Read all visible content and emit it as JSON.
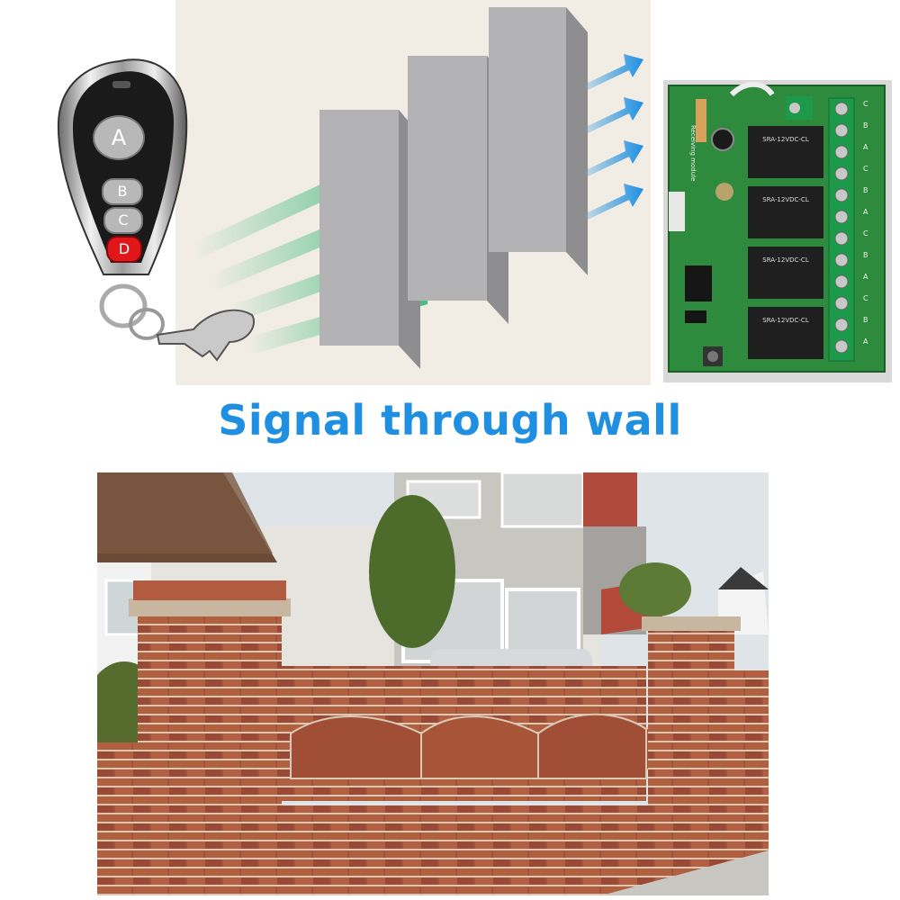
{
  "headline": "Signal through wall",
  "remote": {
    "buttons": [
      {
        "label": "A",
        "color": "#b8b8b8"
      },
      {
        "label": "B",
        "color": "#b8b8b8"
      },
      {
        "label": "C",
        "color": "#b8b8b8"
      },
      {
        "label": "D",
        "color": "#e0161b"
      }
    ]
  },
  "board": {
    "relay_label": "SRA-12VDC-CL",
    "module_label": "Receiving module",
    "terminal_labels": [
      "C",
      "B",
      "A",
      "C",
      "B",
      "A",
      "C",
      "B",
      "A",
      "C",
      "B",
      "A"
    ]
  },
  "colors": {
    "signal_green": "#3cb878",
    "signal_blue": "#1e8fe1",
    "wall_gray": "#a9a9ab",
    "pcb_green": "#2e8b3e",
    "brick": "#a4523a"
  }
}
